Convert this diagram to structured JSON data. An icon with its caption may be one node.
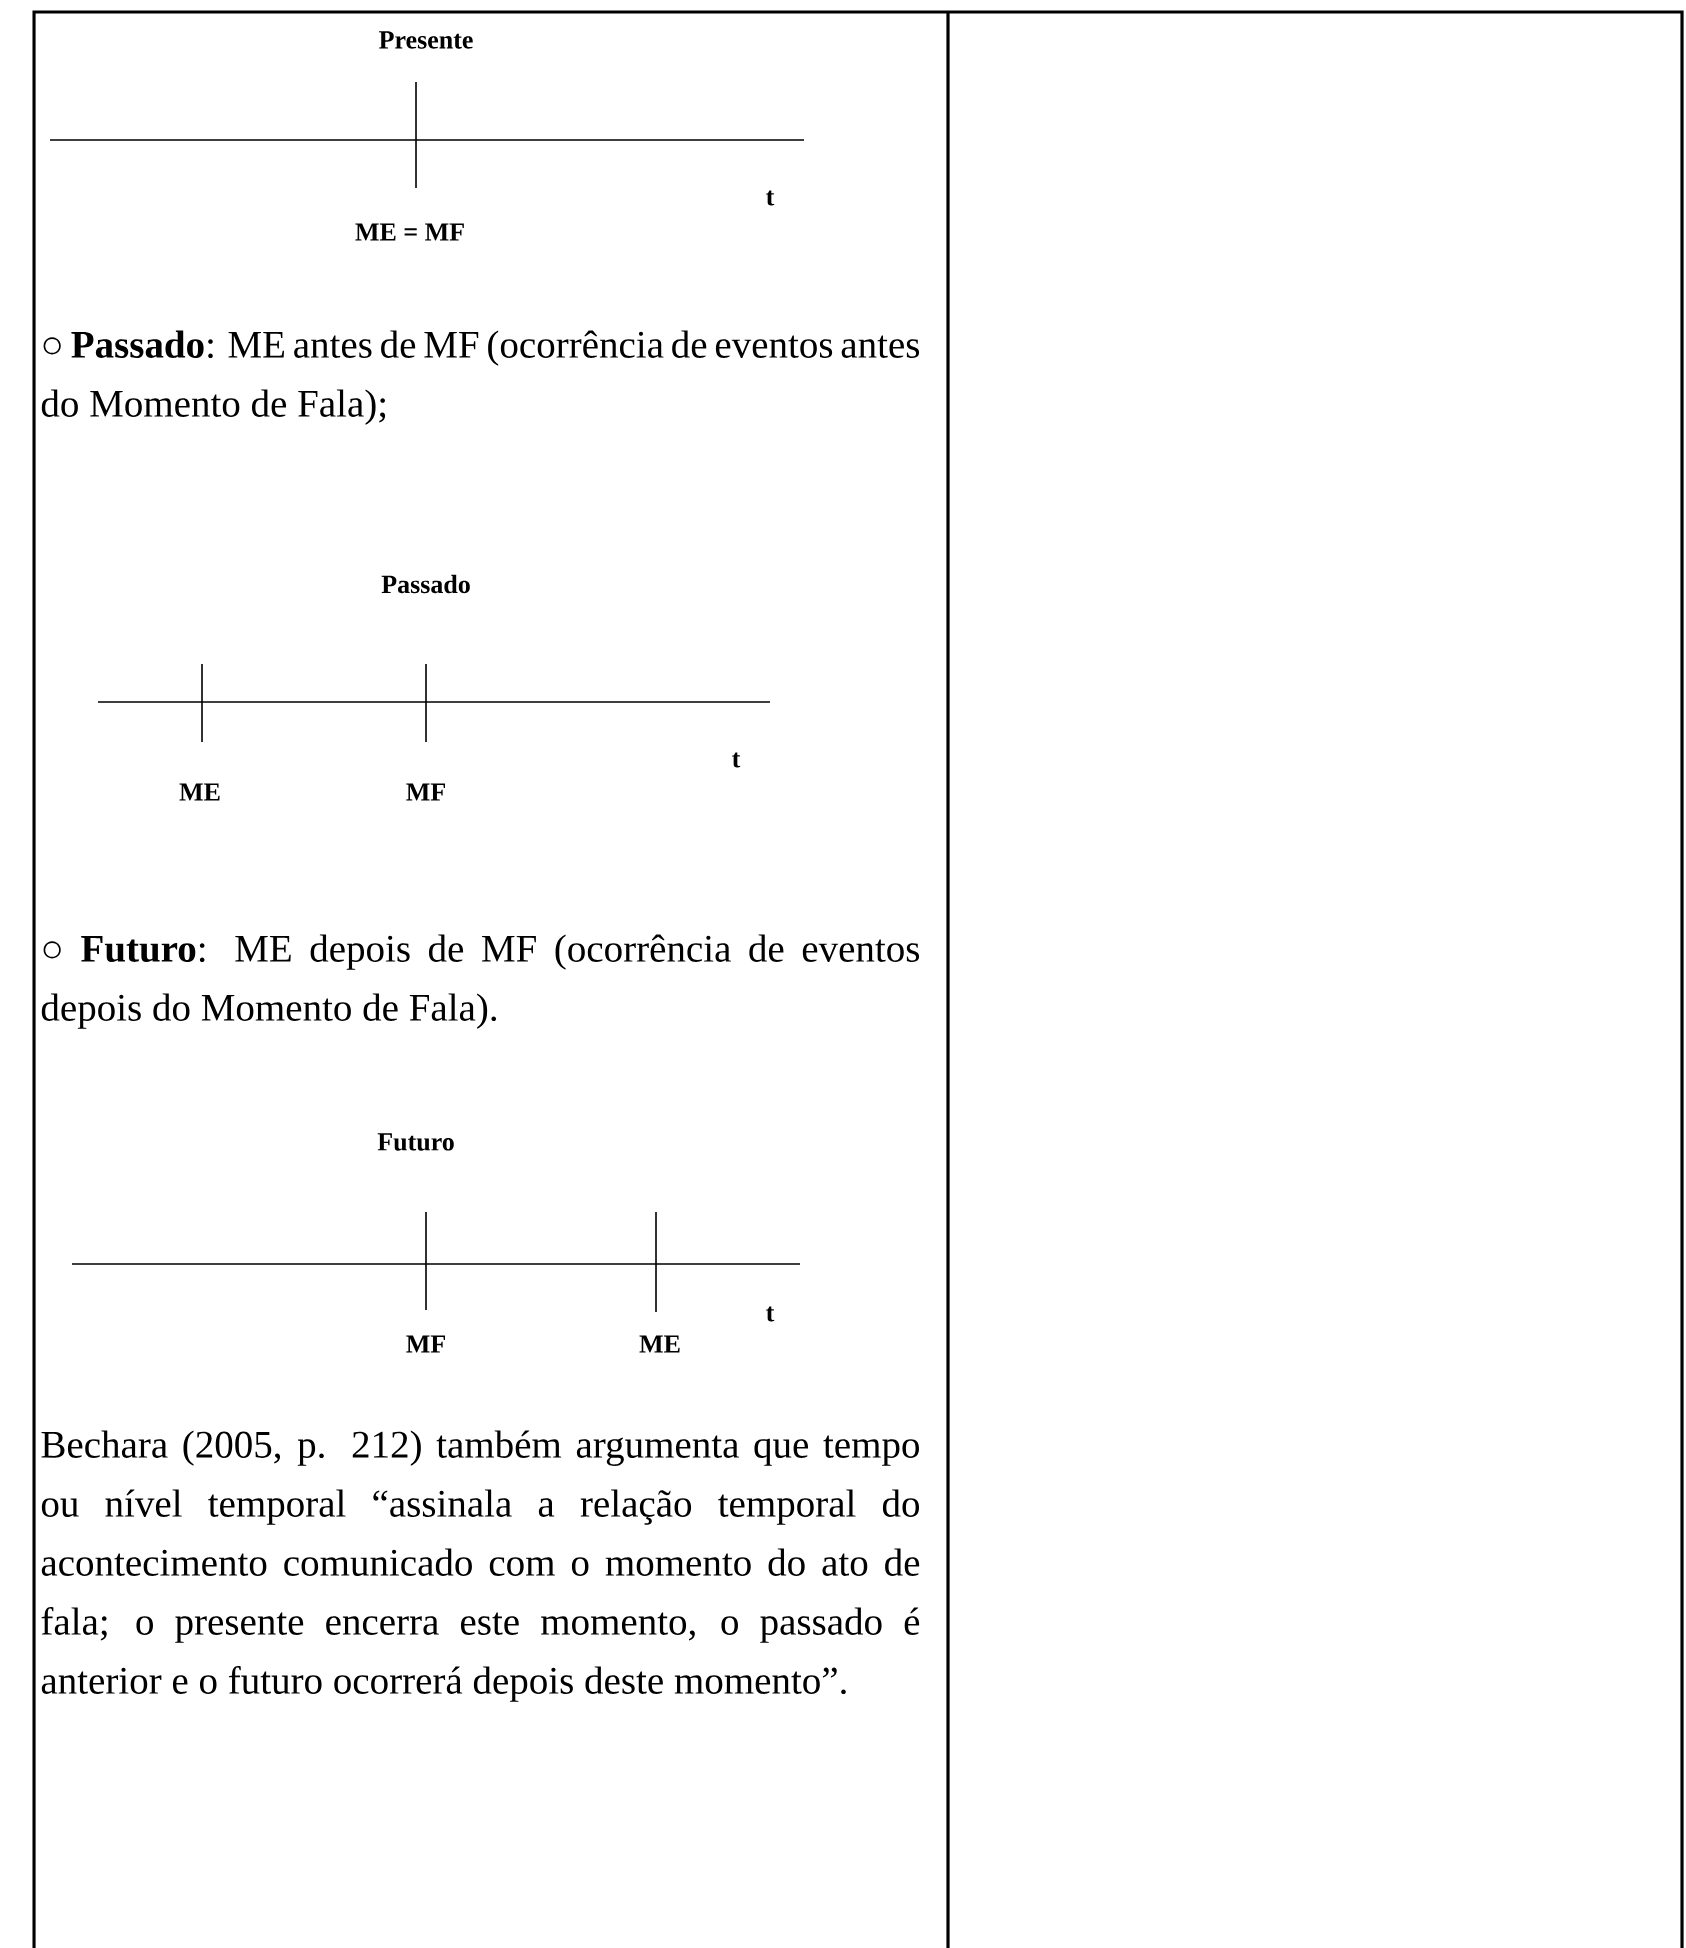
{
  "diagram": {
    "labels": [
      "Presente",
      "t",
      "ME = MF",
      "○ **Passado**: ME antes de MF (ocorrência de eventos antes do Momento de Fala);",
      "Passado",
      "t",
      "ME",
      "MF",
      "○ **Futuro**: ME depois de MF (ocorrência de eventos depois do Momento de Fala).",
      "Futuro",
      "t",
      "MF",
      "ME",
      "Bechara (2005, p. 212) também argumenta que tempo ou nível temporal “assinala a relação temporal do acontecimento comunicado com o momento do ato de fala; o presente encerra este momento, o passado é anterior e o futuro ocorrerá depois deste momento”."
    ]
  }
}
